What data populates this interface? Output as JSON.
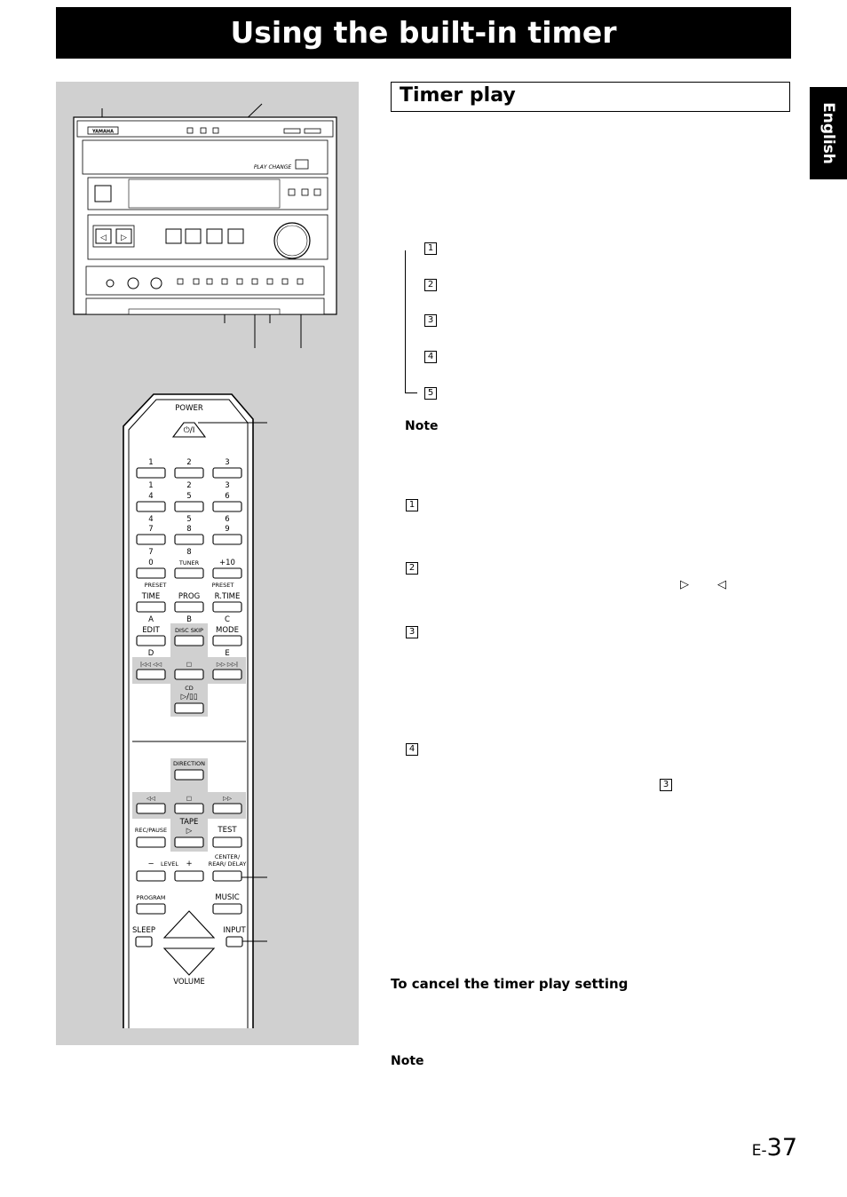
{
  "page": {
    "title": "Using the built-in timer",
    "section_title": "Timer play",
    "language_tab": "English",
    "page_number_prefix": "E-",
    "page_number": "37"
  },
  "text": {
    "note_label_1": "Note",
    "cancel_heading": "To cancel the timer play setting",
    "note_label_2": "Note"
  },
  "step_list_upper": [
    "1",
    "2",
    "3",
    "4",
    "5"
  ],
  "step_list_lower": [
    "1",
    "2",
    "3",
    "4"
  ],
  "inline_step_ref": "3",
  "direction_symbols": [
    "▷",
    "◁"
  ],
  "remote": {
    "power": "POWER",
    "power_symbol": "⏻/I",
    "row1": [
      "1",
      "2",
      "3"
    ],
    "row1_sub": [
      "1",
      "2",
      "3"
    ],
    "row2": [
      "4",
      "5",
      "6"
    ],
    "row2_sub": [
      "4",
      "5",
      "6"
    ],
    "row3": [
      "7",
      "8",
      "9"
    ],
    "row3_sub": [
      "7",
      "8",
      ""
    ],
    "row4": [
      "0",
      "TUNER",
      "+10"
    ],
    "preset_down": "PRESET",
    "preset_up": "PRESET",
    "row5": [
      "TIME",
      "PROG",
      "R.TIME"
    ],
    "row5_sub": [
      "A",
      "B",
      "C"
    ],
    "row6": [
      "EDIT",
      "DISC SKIP",
      "MODE"
    ],
    "row6_sub": [
      "D",
      "",
      "E"
    ],
    "skip_back": "|◁◁ ◁◁",
    "stop_symbol": "□",
    "skip_fwd": "▷▷ ▷▷|",
    "cd_label": "CD",
    "cd_play": "▷/▯▯",
    "direction": "DIRECTION",
    "tape_rew": "◁◁",
    "tape_stop": "□",
    "tape_ff": "▷▷",
    "rec_pause": "REC/PAUSE",
    "tape_label": "TAPE",
    "tape_play": "▷",
    "test": "TEST",
    "level": "LEVEL",
    "level_minus": "−",
    "level_plus": "+",
    "center_rear_delay_1": "CENTER/",
    "center_rear_delay_2": "REAR/ DELAY",
    "program": "PROGRAM",
    "music": "MUSIC",
    "sleep": "SLEEP",
    "input": "INPUT",
    "volume": "VOLUME"
  },
  "unit": {
    "brand": "YAMAHA",
    "deck_logo": "PLAY CHANGE"
  }
}
